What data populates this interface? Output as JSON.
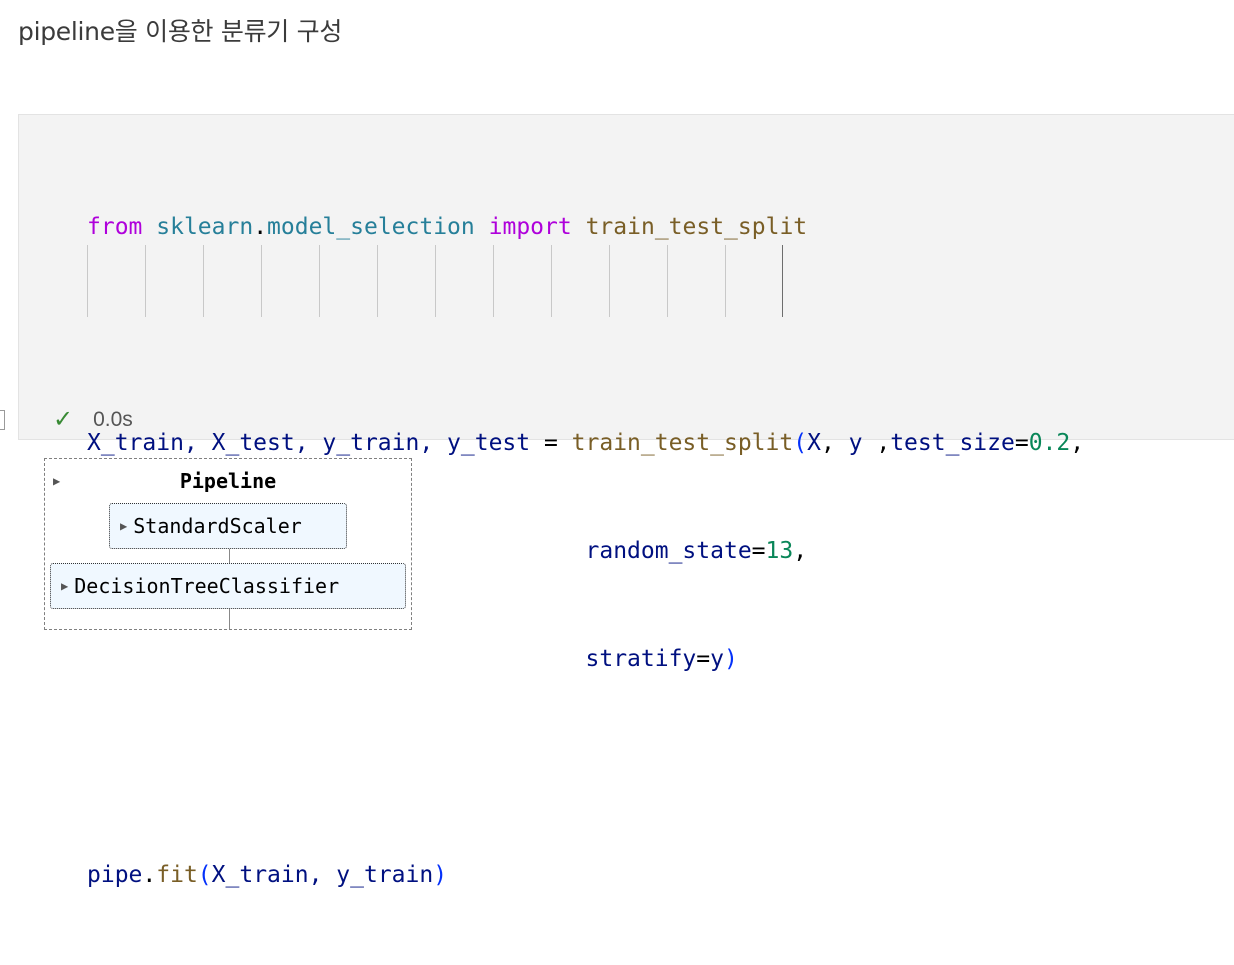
{
  "heading": "pipeline을 이용한 분류기 구성",
  "code": {
    "line1": {
      "kw1": "from",
      "mod1": "sklearn",
      "dot": ".",
      "mod2": "model_selection",
      "kw2": "import",
      "fn": "train_test_split"
    },
    "line2": {
      "lhs": "X_train, X_test, y_train, y_test",
      "eq": " = ",
      "fn": "train_test_split",
      "open": "(",
      "a1": "X",
      "sep1": ", ",
      "a2": "y",
      "sep2": " ,",
      "k1": "test_size",
      "eq2": "=",
      "v1": "0.2",
      "tail": ","
    },
    "line3": {
      "k": "random_state",
      "eq": "=",
      "v": "13",
      "tail": ","
    },
    "line4": {
      "k": "stratify",
      "eq": "=",
      "v": "y",
      "close": ")"
    },
    "line5": {
      "obj": "pipe",
      "dot": ".",
      "fn": "fit",
      "open": "(",
      "args": "X_train, y_train",
      "close": ")"
    }
  },
  "status": {
    "time": "0.0s"
  },
  "pipeline": {
    "title": "Pipeline",
    "steps": [
      "StandardScaler",
      "DecisionTreeClassifier"
    ]
  },
  "colors": {
    "keyword": "#af00db",
    "module": "#267f99",
    "function": "#795e26",
    "number": "#098658",
    "variable": "#001080",
    "success": "#388a34"
  }
}
